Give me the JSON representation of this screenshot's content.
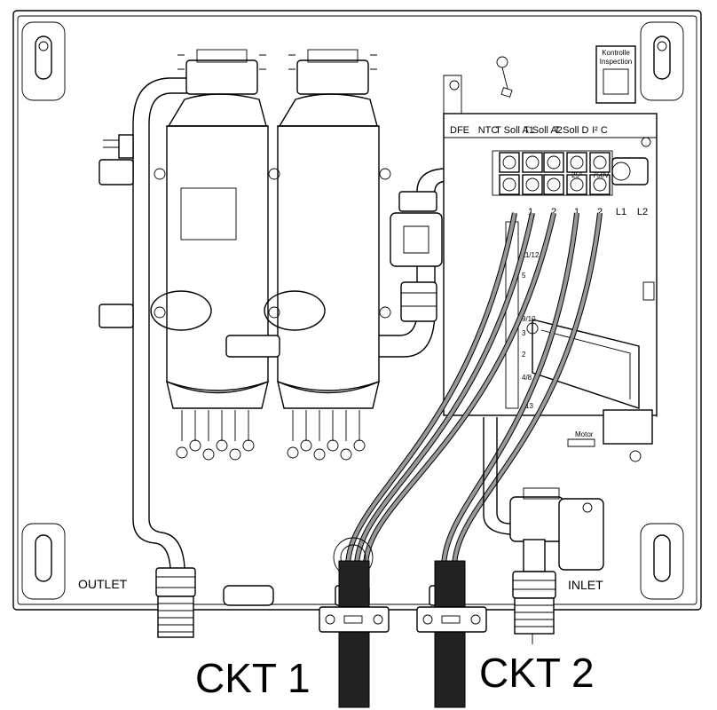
{
  "labels": {
    "outlet": "OUTLET",
    "inlet": "INLET",
    "ckt1": "CKT 1",
    "ckt2": "CKT 2",
    "motor": "Motor",
    "kontrolle": "Kontrolle",
    "inspection": "Inspection"
  },
  "top_terminals": [
    "DFE",
    "NTC",
    "T Soll A1",
    "T Soll A2",
    "T Soll D",
    "I² C"
  ],
  "main_terminals": [
    "1",
    "2",
    "1",
    "2",
    "L1",
    "L2"
  ],
  "board_values": [
    "25°",
    "750V"
  ],
  "side_numbers": [
    "11/12",
    "5",
    "9/10",
    "3",
    "2",
    "4/8",
    "13"
  ]
}
